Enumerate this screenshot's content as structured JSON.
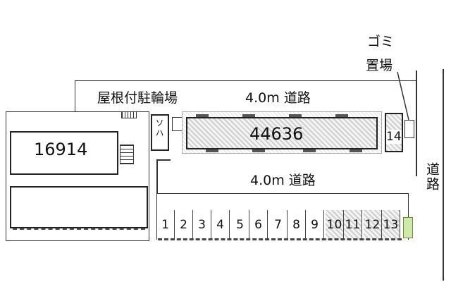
{
  "road_top_label": "4.0m 道路",
  "road_mid_label": "4.0m 道路",
  "road_right_label": "道路",
  "bike_shed_label": "屋根付駐輪場",
  "garbage_label_1": "ゴミ",
  "garbage_label_2": "置場",
  "building_left_id": "16914",
  "building_center_id": "44636",
  "slot_14": "14",
  "bike_box_text": "ソハ",
  "parking_slots": [
    "1",
    "2",
    "3",
    "4",
    "5",
    "6",
    "7",
    "8",
    "9",
    "10",
    "11",
    "12",
    "13"
  ]
}
